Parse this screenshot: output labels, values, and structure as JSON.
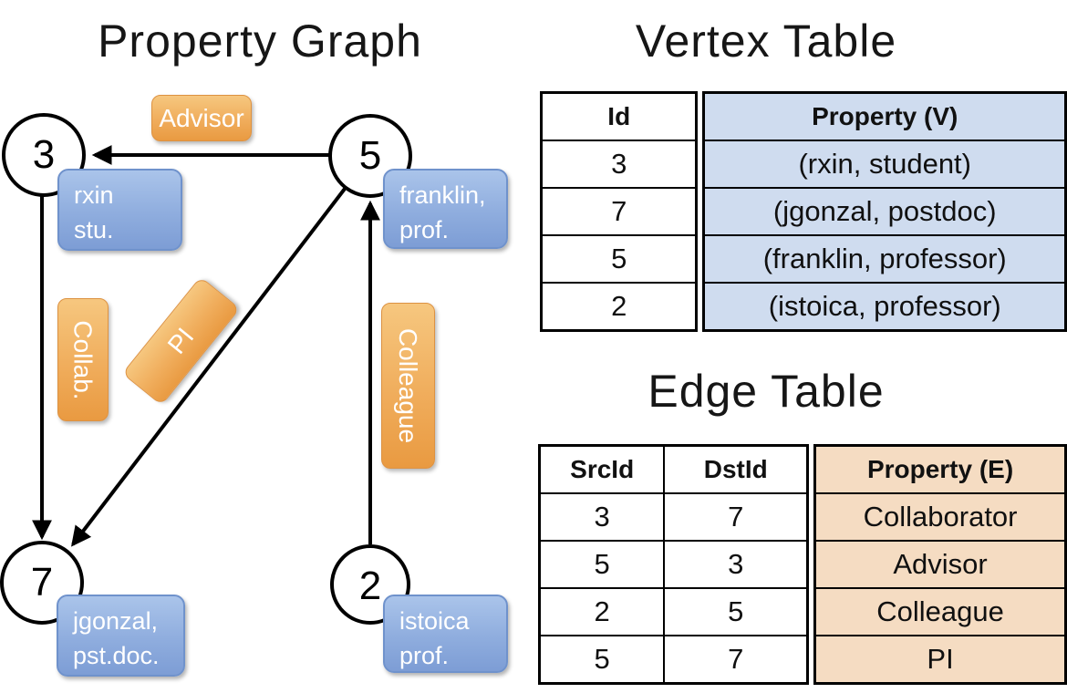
{
  "graph": {
    "title": "Property Graph",
    "nodes": [
      {
        "id": "3",
        "label_lines": [
          "rxin",
          "stu."
        ]
      },
      {
        "id": "5",
        "label_lines": [
          "franklin,",
          "prof."
        ]
      },
      {
        "id": "7",
        "label_lines": [
          "jgonzal,",
          "pst.doc."
        ]
      },
      {
        "id": "2",
        "label_lines": [
          "istoica",
          "prof."
        ]
      }
    ],
    "edge_labels": {
      "advisor": "Advisor",
      "collab": "Collab.",
      "pi": "PI",
      "colleague": "Colleague"
    }
  },
  "vertex_table": {
    "title": "Vertex Table",
    "columns": {
      "id": "Id",
      "property": "Property (V)"
    },
    "rows": [
      {
        "id": "3",
        "property": "(rxin, student)"
      },
      {
        "id": "7",
        "property": "(jgonzal, postdoc)"
      },
      {
        "id": "5",
        "property": "(franklin, professor)"
      },
      {
        "id": "2",
        "property": "(istoica, professor)"
      }
    ]
  },
  "edge_table": {
    "title": "Edge Table",
    "columns": {
      "src": "SrcId",
      "dst": "DstId",
      "property": "Property (E)"
    },
    "rows": [
      {
        "src": "3",
        "dst": "7",
        "property": "Collaborator"
      },
      {
        "src": "5",
        "dst": "3",
        "property": "Advisor"
      },
      {
        "src": "2",
        "dst": "5",
        "property": "Colleague"
      },
      {
        "src": "5",
        "dst": "7",
        "property": "PI"
      }
    ]
  },
  "colors": {
    "vertex_cell_fill": "#cfdcef",
    "edge_cell_fill": "#f5dcc2",
    "edge_label_fill": "#f0ad5c",
    "vertex_box_fill": "#8fadde",
    "node_fill": "#ffffff",
    "stroke": "#000000"
  }
}
